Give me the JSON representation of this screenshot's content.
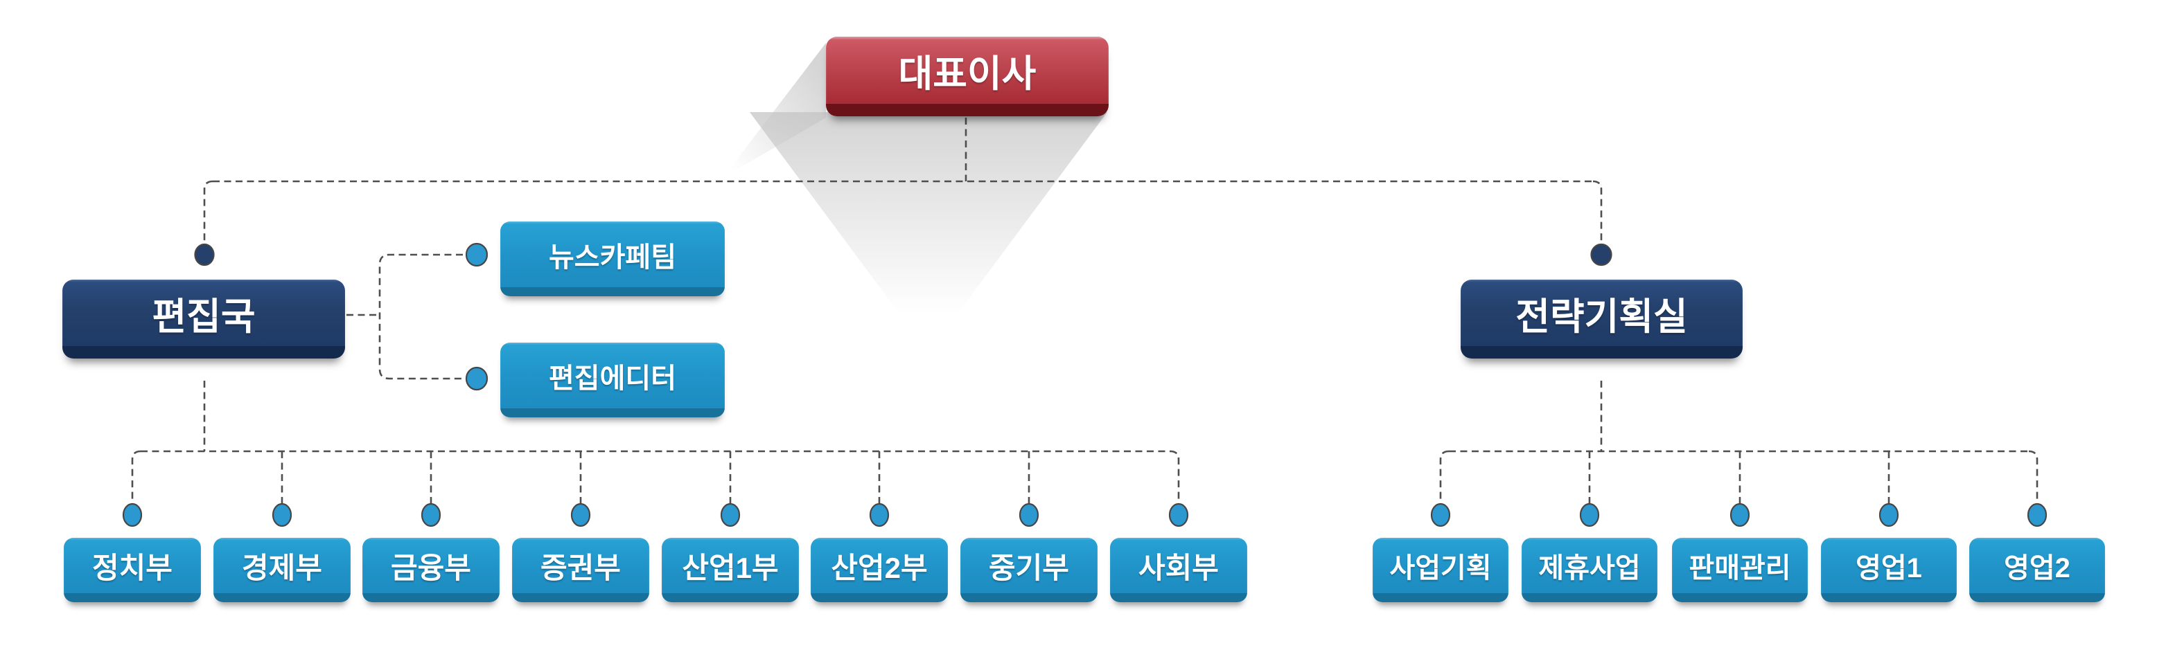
{
  "org": {
    "root": {
      "label": "대표이사"
    },
    "left_branch": {
      "label": "편집국",
      "side_teams": [
        {
          "label": "뉴스카페팀"
        },
        {
          "label": "편집에디터"
        }
      ],
      "children": [
        {
          "label": "정치부"
        },
        {
          "label": "경제부"
        },
        {
          "label": "금융부"
        },
        {
          "label": "증권부"
        },
        {
          "label": "산업1부"
        },
        {
          "label": "산업2부"
        },
        {
          "label": "중기부"
        },
        {
          "label": "사회부"
        }
      ]
    },
    "right_branch": {
      "label": "전략기획실",
      "children": [
        {
          "label": "사업기획"
        },
        {
          "label": "제휴사업"
        },
        {
          "label": "판매관리"
        },
        {
          "label": "영업1"
        },
        {
          "label": "영업2"
        }
      ]
    }
  },
  "colors": {
    "root_box": "#b03a44",
    "root_box_edge": "#6b1219",
    "division_box": "#24406b",
    "division_box_edge": "#13294d",
    "team_box": "#2093c8",
    "team_box_edge": "#18719b",
    "connector_line": "#4e4e4e",
    "dot_blue": "#2b98d0",
    "dot_navy": "#24406b",
    "label_text": "#ffffff",
    "background": "#ffffff"
  }
}
